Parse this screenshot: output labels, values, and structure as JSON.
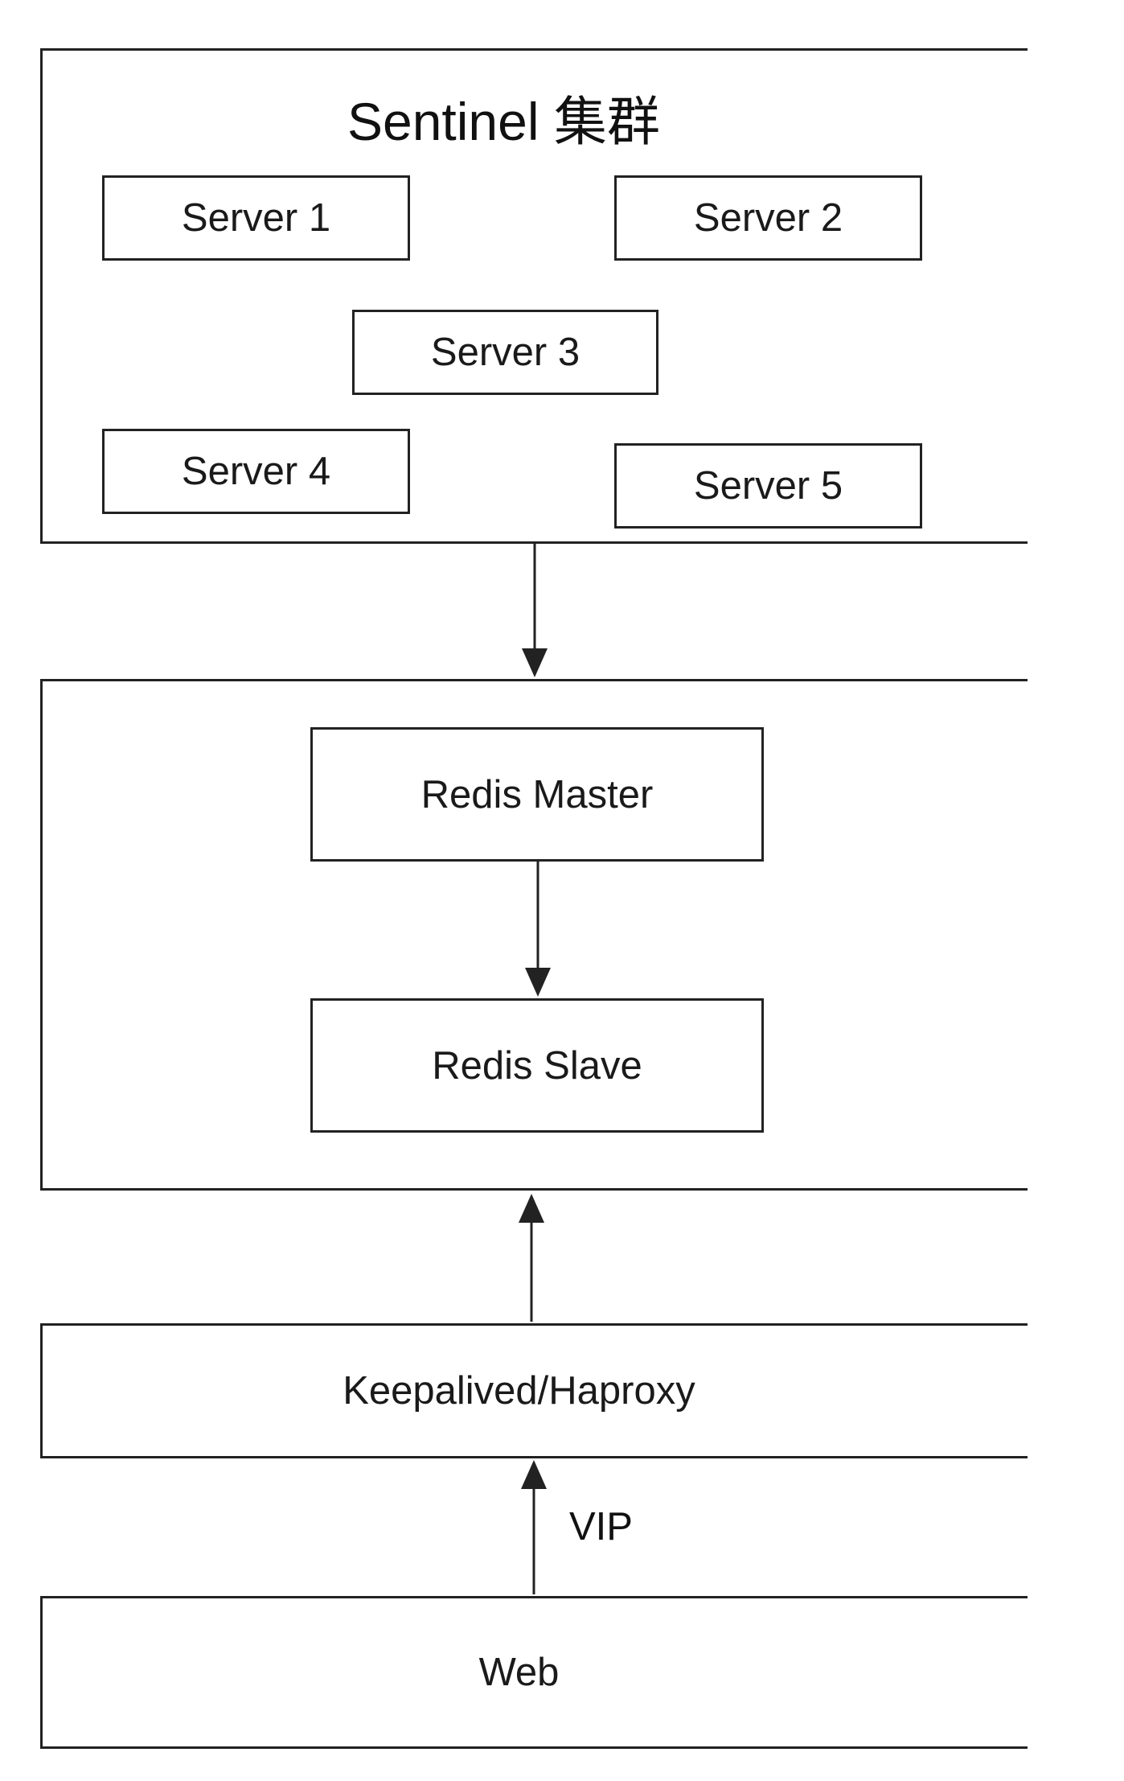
{
  "sentinel": {
    "title": "Sentinel 集群",
    "servers": [
      "Server 1",
      "Server 2",
      "Server 3",
      "Server 4",
      "Server 5"
    ]
  },
  "redis": {
    "master": "Redis Master",
    "slave": "Redis Slave"
  },
  "proxy": {
    "label": "Keepalived/Haproxy"
  },
  "vip": {
    "label": "VIP"
  },
  "web": {
    "label": "Web"
  },
  "colors": {
    "stroke": "#222222",
    "background": "#ffffff",
    "text": "#1a1a1a"
  }
}
